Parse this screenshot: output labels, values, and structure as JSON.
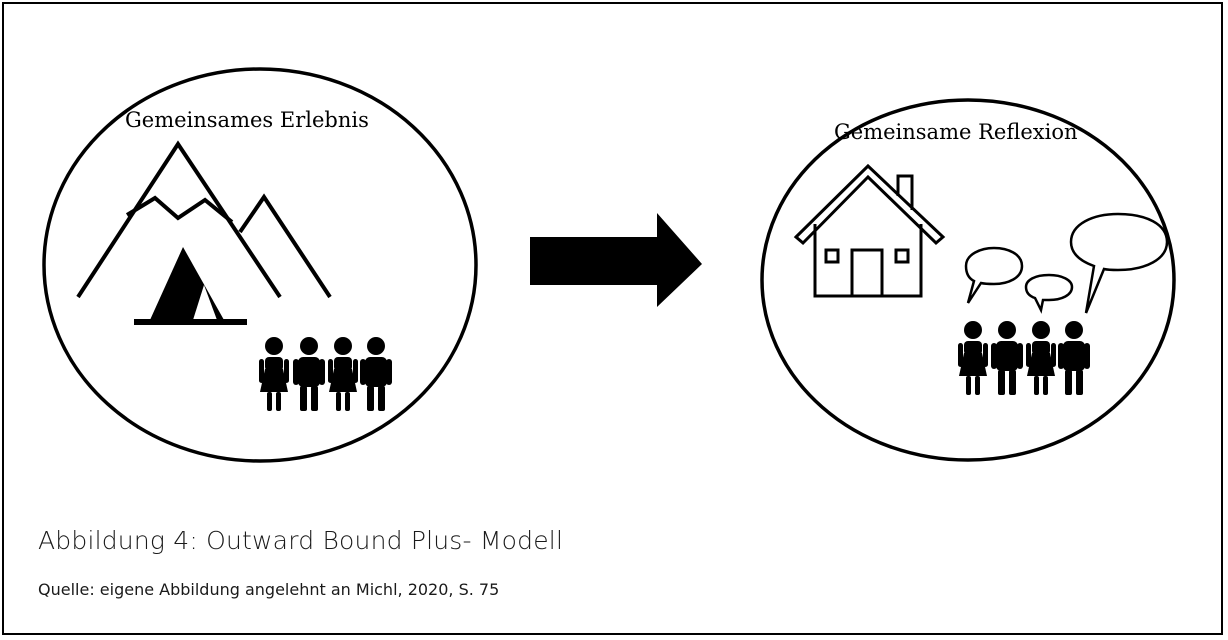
{
  "left_circle": {
    "label": "Gemeinsames Erlebnis",
    "icons": [
      "mountains-icon",
      "tent-icon",
      "group-of-people-icon"
    ]
  },
  "right_circle": {
    "label": "Gemeinsame Reflexion",
    "icons": [
      "house-icon",
      "speech-bubbles-icon",
      "group-of-people-icon"
    ]
  },
  "arrow": {
    "direction": "right"
  },
  "caption": {
    "title": "Abbildung 4: Outward Bound Plus- Modell",
    "source": "Quelle: eigene Abbildung angelehnt an Michl, 2020, S. 75"
  },
  "colors": {
    "ink": "#000000",
    "background": "#ffffff"
  }
}
